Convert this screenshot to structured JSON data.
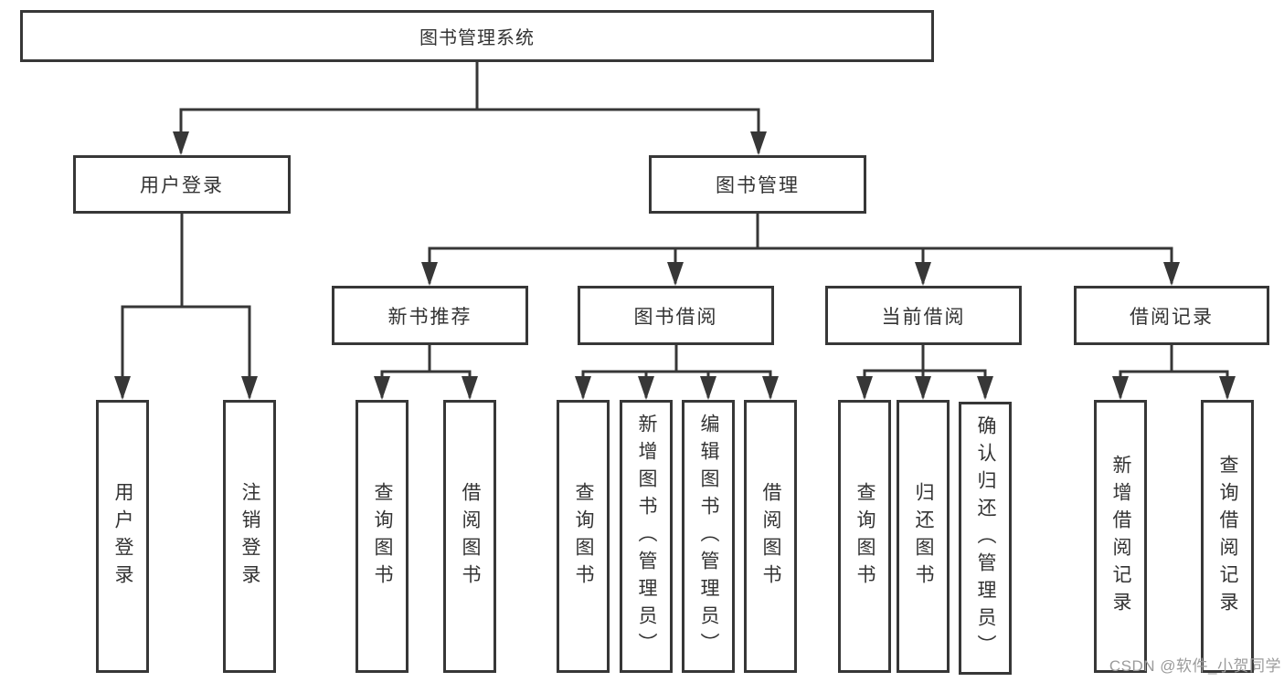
{
  "diagram": {
    "root": {
      "label": "图书管理系统"
    },
    "branches": [
      {
        "label": "用户登录"
      },
      {
        "label": "图书管理"
      }
    ],
    "modules": [
      {
        "label": "新书推荐"
      },
      {
        "label": "图书借阅"
      },
      {
        "label": "当前借阅"
      },
      {
        "label": "借阅记录"
      }
    ],
    "leaves": [
      {
        "label": "用户登录"
      },
      {
        "label": "注销登录"
      },
      {
        "label": "查询图书"
      },
      {
        "label": "借阅图书"
      },
      {
        "label": "查询图书"
      },
      {
        "label": "新增图书（管理员）"
      },
      {
        "label": "编辑图书（管理员）"
      },
      {
        "label": "借阅图书"
      },
      {
        "label": "查询图书"
      },
      {
        "label": "归还图书"
      },
      {
        "label": "确认归还（管理员）"
      },
      {
        "label": "新增借阅记录"
      },
      {
        "label": "查询借阅记录"
      }
    ]
  },
  "watermark": {
    "text": "CSDN @软件_小贺同学"
  },
  "colors": {
    "line": "#373737",
    "text": "#333333",
    "box_background": "#ffffff",
    "watermark": "#9b9b9b"
  }
}
